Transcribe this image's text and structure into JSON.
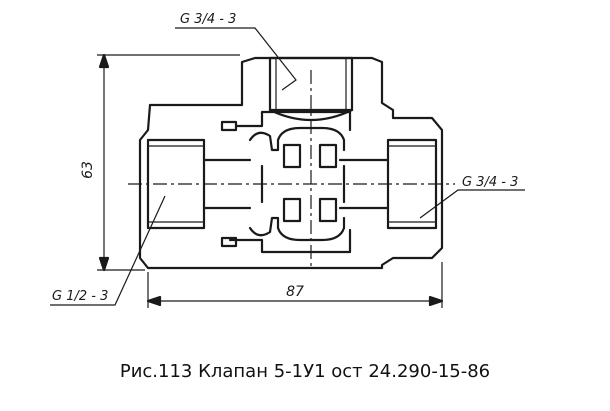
{
  "drawing": {
    "callout_top": "G 3/4 - 3",
    "callout_right": "G 3/4 - 3",
    "callout_left": "G 1/2 - 3",
    "dim_height": "63",
    "dim_width": "87",
    "caption": "Рис.113 Клапан 5-1У1 ост 24.290-15-86"
  },
  "colors": {
    "ink": "#1a1a1a",
    "paper": "#ffffff"
  }
}
